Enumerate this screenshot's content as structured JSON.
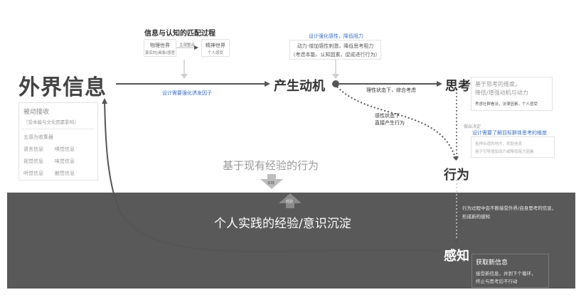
{
  "colors": {
    "accent_blue": "#3a6fc4",
    "band": "#595959",
    "arrow": "#555555"
  },
  "nodes": {
    "external_info": "外界信息",
    "motive": "产生动机",
    "thinking": "思考",
    "action": "行为",
    "perception": "感知"
  },
  "match_process": {
    "title": "信息与认知的匹配过程",
    "physical_title": "物理世界",
    "physical_sub": "真实的/具象/感官",
    "mental_title": "精神世界",
    "mental_sub": "个人感受",
    "mapping_label": "主观整合"
  },
  "edge_labels": {
    "design_stimulus": "设计需要强化诱发因子",
    "rational": "理性状态下，综合考虑",
    "emotional_line1": "感性状态下",
    "emotional_line2": "直接产生行为",
    "decision": "做出决定",
    "practice": "实践",
    "experience": "经验"
  },
  "motive_note": {
    "title": "设计强化感性，降低阻力",
    "line1": "动力-增加感性刺激，降低思考阻力",
    "line2": "（考虑本能、认知因素，促成进行行为）"
  },
  "passive": {
    "title": "被动接收",
    "subtitle": "（受本能与文化因素影响）",
    "senses_title": "五感为收集器",
    "senses": [
      "语言信息",
      "嗅觉信息",
      "视觉信息",
      "味觉信息",
      "听觉信息",
      "触觉信息"
    ]
  },
  "thinking_box": {
    "line1": "基于思考的维度，",
    "line2": "降低/增强动机与动力",
    "line3": "考虑社群看法，法律因素，个人感受"
  },
  "decision_box": {
    "title": "设计需要了解目标群体思考的维度",
    "line1": "各种合适的地方，奖励信息",
    "line2": "用于引导增加动力或降低阻力因素"
  },
  "existing_behavior": "基于现有经验的行为",
  "band_title": "个人实践的经验/意识沉淀",
  "feedback_note": {
    "line1": "行为过程中会不断接受外界/自身思考的信息，",
    "line2": "形成新的感知"
  },
  "new_info": {
    "title": "获取新信息",
    "line1": "接受新信息，并到下个循环，",
    "line2": "终止与思考后不行动"
  }
}
